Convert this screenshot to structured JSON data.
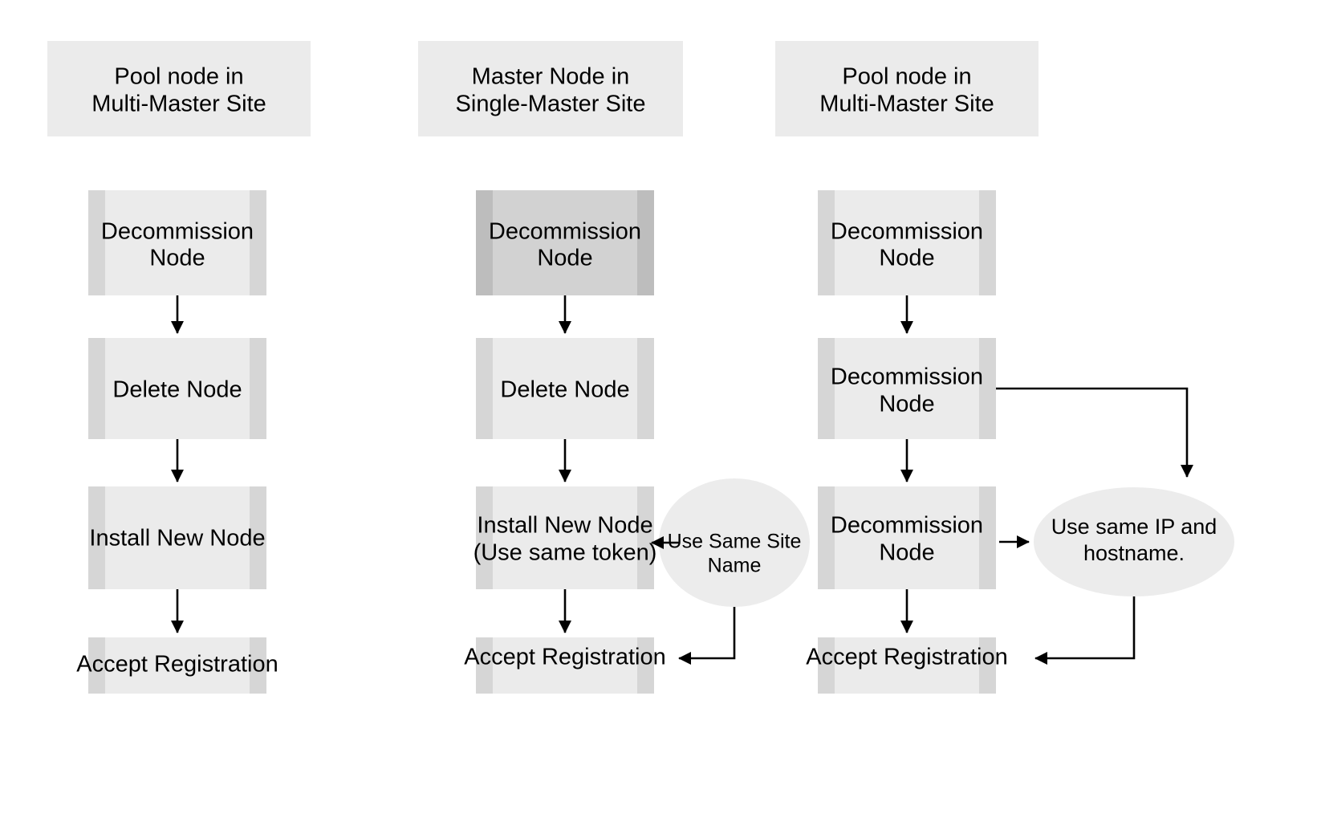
{
  "diagram": {
    "title_bar_color": "#ebebeb",
    "process_body_color": "#ebebeb",
    "process_bar_color": "#d6d6d6",
    "process_body_highlight_color": "#d2d2d2",
    "process_bar_highlight_color": "#bdbdbd",
    "ellipse_color": "#ececec",
    "connector_color": "#000000",
    "background": "#ffffff"
  },
  "columns": [
    {
      "id": "col-1",
      "header": {
        "line1": "Pool node in",
        "line2": "Multi-Master Site"
      },
      "steps": [
        {
          "id": "c1-s1",
          "line1": "Decommission",
          "line2": "Node",
          "highlight": false
        },
        {
          "id": "c1-s2",
          "line1": "Delete Node",
          "line2": "",
          "highlight": false
        },
        {
          "id": "c1-s3",
          "line1": "Install New Node",
          "line2": "",
          "highlight": false
        },
        {
          "id": "c1-s4",
          "line1": "Accept Registration",
          "line2": "",
          "highlight": false
        }
      ]
    },
    {
      "id": "col-2",
      "header": {
        "line1": "Master Node in",
        "line2": "Single-Master Site"
      },
      "steps": [
        {
          "id": "c2-s1",
          "line1": "Decommission",
          "line2": "Node",
          "highlight": true
        },
        {
          "id": "c2-s2",
          "line1": "Delete Node",
          "line2": "",
          "highlight": false
        },
        {
          "id": "c2-s3",
          "line1": "Install New Node",
          "line2": "(Use same token)",
          "highlight": false
        },
        {
          "id": "c2-s4",
          "line1": "Accept Registration",
          "line2": "",
          "highlight": false
        }
      ],
      "note": {
        "id": "c2-note",
        "line1": "Use Same Site",
        "line2": "Name"
      }
    },
    {
      "id": "col-3",
      "header": {
        "line1": "Pool node in",
        "line2": "Multi-Master Site"
      },
      "steps": [
        {
          "id": "c3-s1",
          "line1": "Decommission",
          "line2": "Node",
          "highlight": false
        },
        {
          "id": "c3-s2",
          "line1": "Decommission",
          "line2": "Node",
          "highlight": false
        },
        {
          "id": "c3-s3",
          "line1": "Decommission",
          "line2": "Node",
          "highlight": false
        },
        {
          "id": "c3-s4",
          "line1": "Accept Registration",
          "line2": "",
          "highlight": false
        }
      ],
      "note": {
        "id": "c3-note",
        "line1": "Use same IP and",
        "line2": "hostname."
      }
    }
  ]
}
